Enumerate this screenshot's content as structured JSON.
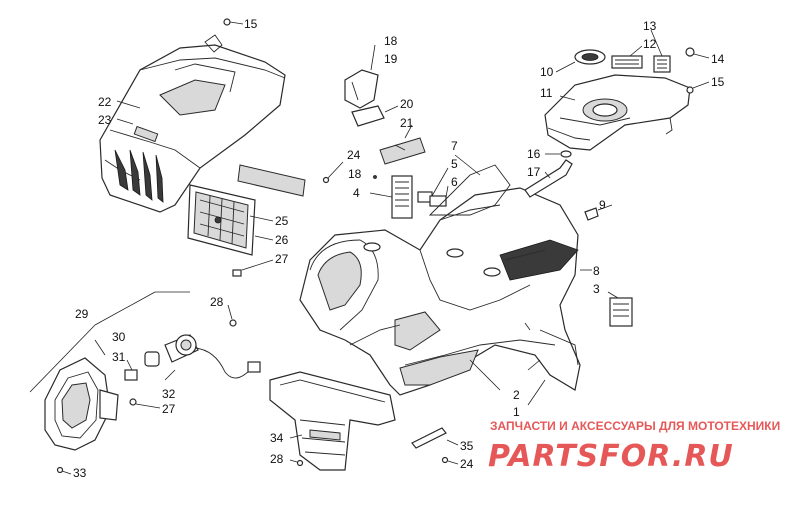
{
  "callouts": {
    "c1": "1",
    "c2": "2",
    "c3": "3",
    "c4": "4",
    "c5": "5",
    "c6": "6",
    "c7": "7",
    "c8": "8",
    "c9": "9",
    "c10": "10",
    "c11": "11",
    "c12": "12",
    "c13": "13",
    "c14": "14",
    "c15a": "15",
    "c15b": "15",
    "c16": "16",
    "c17": "17",
    "c18a": "18",
    "c18b": "18",
    "c19": "19",
    "c20": "20",
    "c21": "21",
    "c22": "22",
    "c23": "23",
    "c24a": "24",
    "c24b": "24",
    "c25": "25",
    "c26": "26",
    "c27a": "27",
    "c27b": "27",
    "c28a": "28",
    "c28b": "28",
    "c29": "29",
    "c30": "30",
    "c31": "31",
    "c32": "32",
    "c33": "33",
    "c34": "34",
    "c35": "35"
  },
  "watermark": {
    "tagline": "ЗАПЧАСТИ И АКСЕССУАРЫ ДЛЯ МОТОТЕХНИКИ",
    "brand": "PARTSFOR.RU",
    "color": "#e23b3b"
  }
}
